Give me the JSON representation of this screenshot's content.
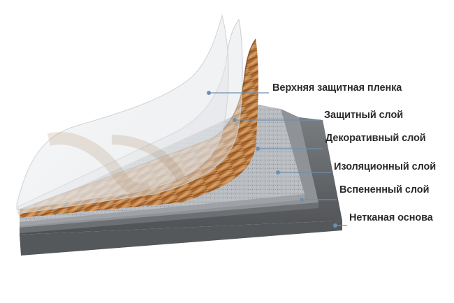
{
  "layers": [
    {
      "id": "top-film",
      "label": "Верхняя защитная пленка"
    },
    {
      "id": "protective",
      "label": "Защитный слой"
    },
    {
      "id": "decorative",
      "label": "Декоративный слой"
    },
    {
      "id": "insulating",
      "label": "Изоляционный слой"
    },
    {
      "id": "foamed",
      "label": "Вспененный слой"
    },
    {
      "id": "nonwoven",
      "label": "Нетканая основа"
    }
  ],
  "colors": {
    "leader": "#6f8fb0",
    "wood_light": "#d49a5c",
    "wood_dark": "#8a4a1c",
    "insulation": "#b8bcc0",
    "foam": "#9a9ea2",
    "base": "#6a6d70"
  }
}
